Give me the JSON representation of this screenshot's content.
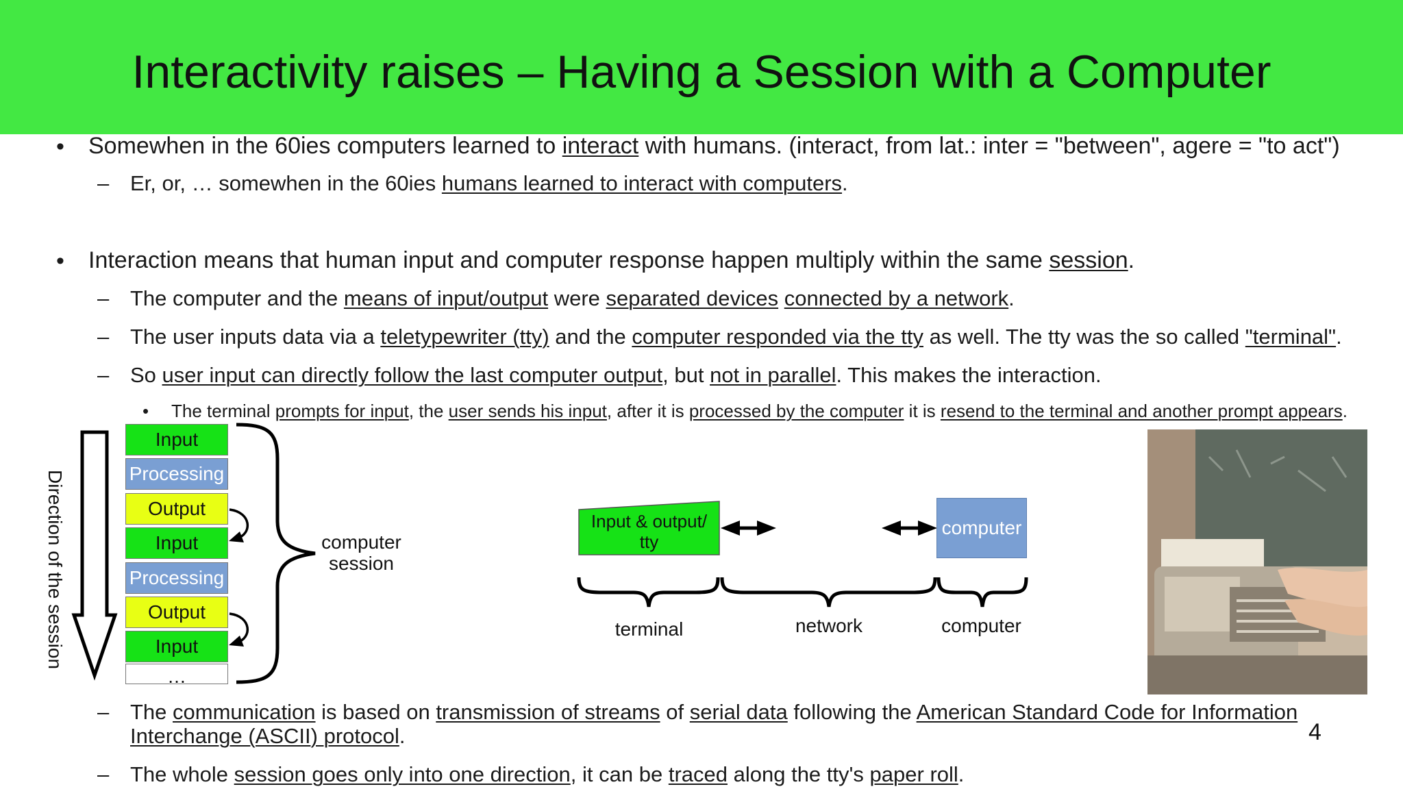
{
  "slide": {
    "title": "Interactivity raises – Having a Session with a Computer",
    "page_number": "4"
  },
  "bullets": {
    "b1": {
      "t1": "Somewhen in the 60ies computers learned to ",
      "u1": "interact",
      "t2": " with humans. (interact, from lat.: inter = \"between\", agere = \"to act\")"
    },
    "b1_sub": {
      "t1": "Er, or, … somewhen in the 60ies ",
      "u1": "humans learned to interact with computers",
      "t2": "."
    },
    "b2": {
      "t1": "Interaction means that human input and computer response happen multiply within the same ",
      "u1": "session",
      "t2": "."
    },
    "b2_sub1": {
      "t1": "The computer and the ",
      "u1": "means of input/output",
      "t2": " were ",
      "u2": "separated devices",
      "t3": " ",
      "u3": "connected by a network",
      "t4": "."
    },
    "b2_sub2": {
      "t1": "The user inputs data via a ",
      "u1": "teletypewriter (tty)",
      "t2": " and the ",
      "u2": "computer responded via the tty",
      "t3": " as well. The tty was the so called ",
      "u3": "\"terminal\"",
      "t4": "."
    },
    "b2_sub3": {
      "t1": "So ",
      "u1": "user input can directly follow the last computer output",
      "t2": ", but ",
      "u2": "not in parallel",
      "t3": ". This makes the interaction."
    },
    "b2_sub3_sub": {
      "t1": "The terminal ",
      "u1": "prompts for input",
      "t2": ", the ",
      "u2": "user sends his input",
      "t3": ", after it is ",
      "u3": "processed by the computer",
      "t4": "  it is ",
      "u4": "resend to the terminal and another prompt appears",
      "t5": "."
    },
    "b3_sub1": {
      "t1": "The ",
      "u1": "communication",
      "t2": " is based on ",
      "u2": "transmission of streams",
      "t3": " of ",
      "u3": "serial data",
      "t4": " following the ",
      "u4": "American Standard Code for Information",
      "u5": "Interchange (ASCII) protocol",
      "t5": "."
    },
    "b3_sub2": {
      "t1": "The whole ",
      "u1": "session goes only into one direction",
      "t2": ", it can be ",
      "u2": "traced",
      "t3": " along the tty's ",
      "u3": "paper roll",
      "t4": "."
    },
    "markers": {
      "bullet": "•",
      "dash": "–",
      "small_bullet": "•"
    }
  },
  "session_diagram": {
    "direction_label": "Direction of the session",
    "steps": [
      "Input",
      "Processing",
      "Output",
      "Input",
      "Processing",
      "Output",
      "Input",
      "…"
    ],
    "brace_label": "computer\nsession"
  },
  "network_diagram": {
    "tty_label": "Input & output/\ntty",
    "computer_box": "computer",
    "labels": {
      "terminal": "terminal",
      "network": "network",
      "computer": "computer"
    }
  },
  "colors": {
    "title_bar": "#43e843",
    "input": "#16e216",
    "processing": "#7a9fd3",
    "output": "#e8ff14"
  }
}
